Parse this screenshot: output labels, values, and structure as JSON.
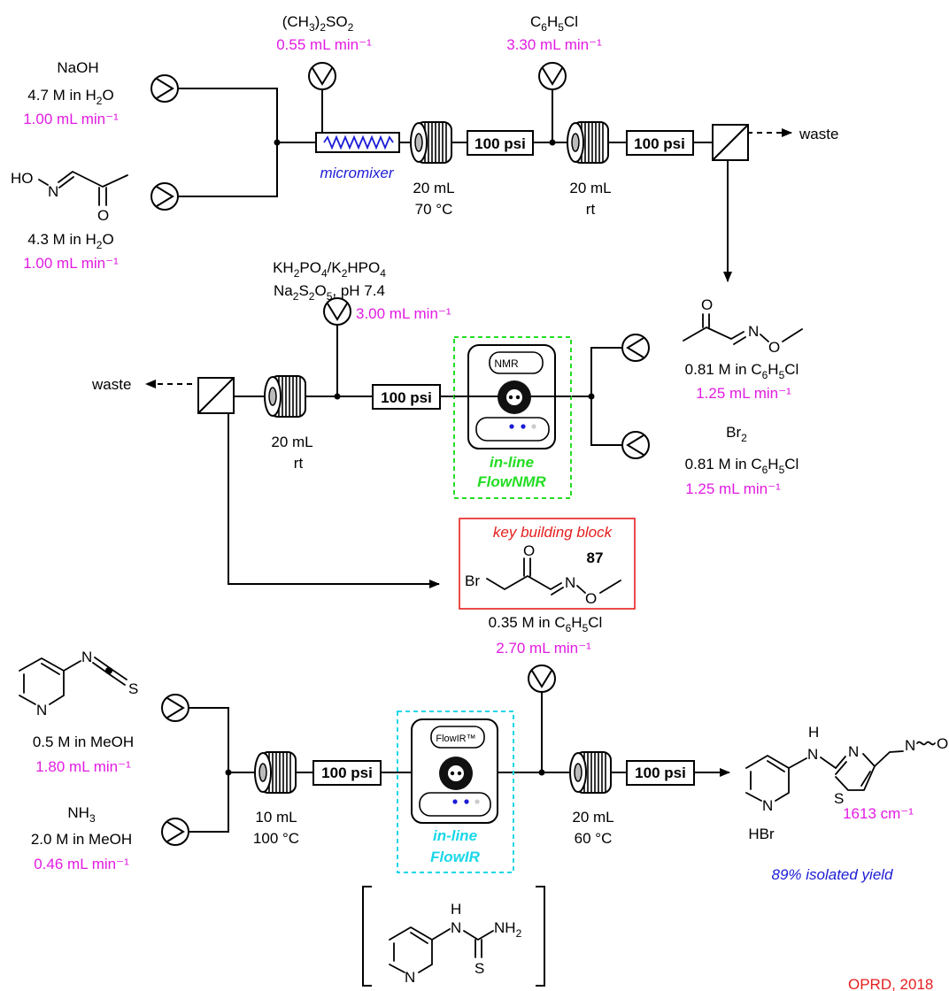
{
  "stage1": {
    "dms_formula": "(CH3)2SO2",
    "dms_rate": "0.55 mL min⁻¹",
    "naoh_label": "NaOH",
    "naoh_conc": "4.7 M in H2O",
    "naoh_rate": "1.00 mL min⁻¹",
    "oxime_conc": "4.3 M in H2O",
    "oxime_rate": "1.00 mL min⁻¹",
    "oxime_atom_o": "O",
    "oxime_atom_ho": "HO",
    "oxime_atom_n": "N",
    "micromixer_label": "micromixer",
    "coil1_volume": "20 mL",
    "coil1_temp": "70 °C",
    "bpr1": "100 psi",
    "chlorobenzene": "C6H5Cl",
    "chlorobenzene_rate": "3.30 mL min⁻¹",
    "coil2_volume": "20 mL",
    "coil2_temp": "rt",
    "bpr2": "100 psi",
    "waste_label": "waste"
  },
  "stage2": {
    "buffer_line1": "KH2PO4/K2HPO4",
    "buffer_line2": "Na2S2O5, pH 7.4",
    "buffer_rate": "3.00 mL min⁻¹",
    "waste_label": "waste",
    "coil_volume": "20 mL",
    "coil_temp": "rt",
    "bpr": "100 psi",
    "nmr_box_label": "NMR",
    "flownmr_line1": "in-line",
    "flownmr_line2": "FlowNMR",
    "oxime_ether_o": "O",
    "oxime_ether_n": "N",
    "oxime_ether_o2": "O",
    "oxime_ether_conc": "0.81 M in C6H5Cl",
    "oxime_ether_rate": "1.25 mL min⁻¹",
    "br2_label": "Br2",
    "br2_conc": "0.81 M in C6H5Cl",
    "br2_rate": "1.25 mL min⁻¹"
  },
  "building_block": {
    "title": "key building block",
    "compound_number": "87",
    "atom_br": "Br",
    "atom_o": "O",
    "atom_n": "N",
    "atom_o2": "O",
    "conc": "0.35 M in  C6H5Cl",
    "rate": "2.70 mL min⁻¹"
  },
  "stage3": {
    "isothiocyanate_n": "N",
    "isothiocyanate_s": "S",
    "pyridine_n": "N",
    "isothiocyanate_conc": "0.5 M in MeOH",
    "isothiocyanate_rate": "1.80 mL min⁻¹",
    "nh3_label": "NH3",
    "nh3_conc": "2.0 M in MeOH",
    "nh3_rate": "0.46 mL min⁻¹",
    "coil1_volume": "10 mL",
    "coil1_temp": "100 °C",
    "bpr1": "100 psi",
    "flowir_box_label": "FlowIR™",
    "flowir_line1": "in-line",
    "flowir_line2": "FlowIR",
    "coil2_volume": "20 mL",
    "coil2_temp": "60 °C",
    "bpr2": "100 psi",
    "product_h": "H",
    "product_n_amine": "N",
    "product_n_ring": "N",
    "product_s": "S",
    "product_n_py": "N",
    "product_n_oxime": "N",
    "product_o_oxime": "O",
    "product_salt": "HBr",
    "ir_band": "1613 cm⁻¹",
    "yield": "89% isolated yield",
    "thiourea_h": "H",
    "thiourea_n": "N",
    "thiourea_nh2": "NH2",
    "thiourea_s": "S",
    "thiourea_n_py": "N"
  },
  "citation": "OPRD, 2018",
  "colors": {
    "flow_rate": "#e11be1",
    "micromixer": "#1c1cd6",
    "flownmr": "#22dd22",
    "flowir": "#1ad7e8",
    "building_block": "#e61e1e",
    "yield": "#1c1cd6"
  }
}
